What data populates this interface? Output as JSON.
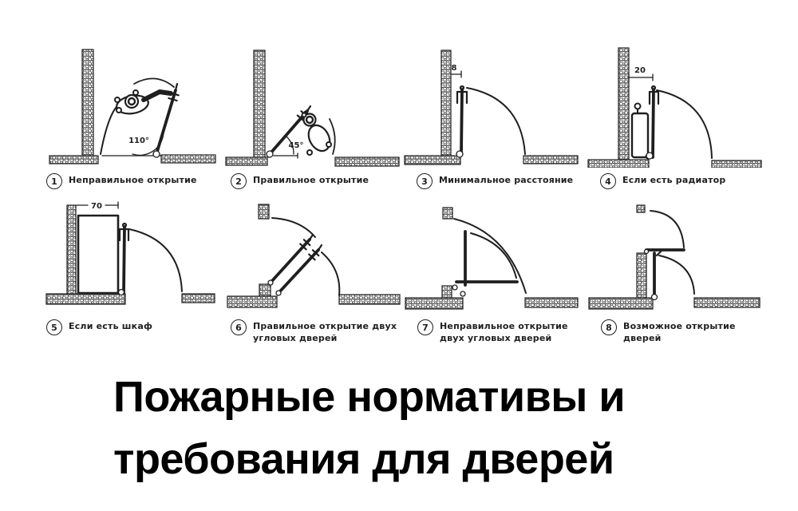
{
  "title": "Пожарные нормативы и\nтребования для дверей",
  "colors": {
    "ink": "#1f1f1f",
    "background": "#ffffff"
  },
  "panels": [
    {
      "number": "1",
      "label": "Неправильное открытие",
      "annotation": "110°"
    },
    {
      "number": "2",
      "label": "Правильное открытие",
      "annotation": "45°"
    },
    {
      "number": "3",
      "label": "Минимальное расстояние",
      "annotation": "8"
    },
    {
      "number": "4",
      "label": "Если есть радиатор",
      "annotation": "20"
    },
    {
      "number": "5",
      "label": "Если есть шкаф",
      "annotation": "70"
    },
    {
      "number": "6",
      "label": "Правильное открытие двух\nугловых дверей"
    },
    {
      "number": "7",
      "label": "Неправильное открытие\nдвух угловых дверей"
    },
    {
      "number": "8",
      "label": "Возможное открытие дверей"
    }
  ]
}
